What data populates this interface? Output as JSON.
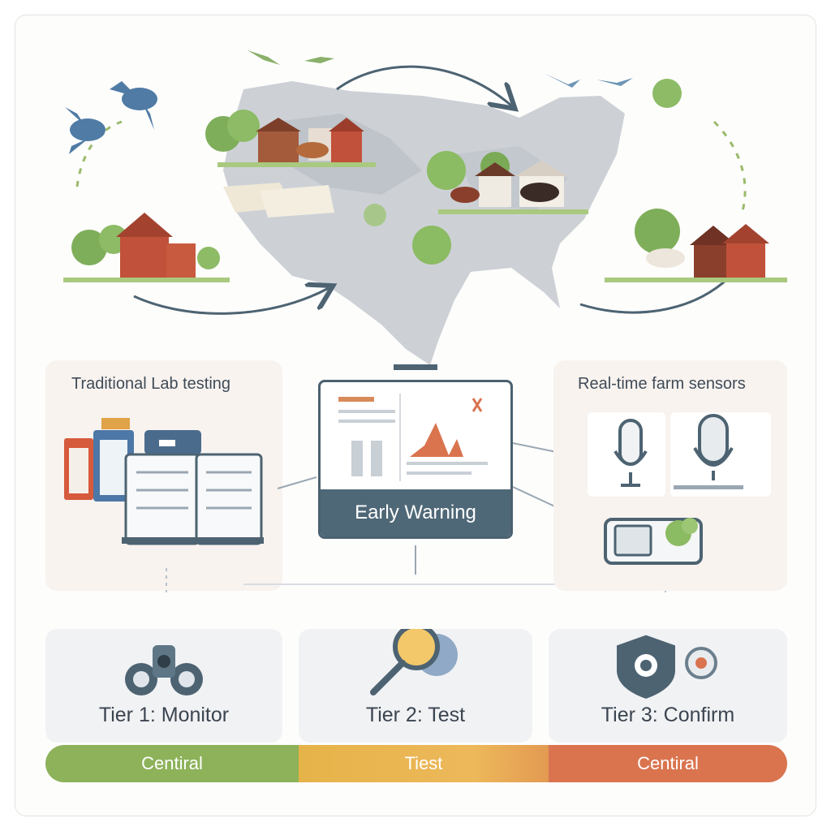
{
  "panels": {
    "left_title": "Traditional Lab testing",
    "center_title": "Early Warning",
    "right_title": "Real-time farm sensors"
  },
  "tiers": [
    {
      "label": "Tier 1: Monitor",
      "icon": "binoculars-icon"
    },
    {
      "label": "Tier 2: Test",
      "icon": "magnifier-virus-icon"
    },
    {
      "label": "Tier 3: Confirm",
      "icon": "shield-virus-icon"
    }
  ],
  "bands": [
    {
      "label": "Centiral",
      "color": "#8db25a"
    },
    {
      "label": "Tiest",
      "color": "#eab54e"
    },
    {
      "label": "Centiral",
      "color": "#d9744f"
    }
  ],
  "colors": {
    "map": "#c9cdd3",
    "arrow": "#4d6372",
    "barn": "#c1513a",
    "tree": "#7fae5a",
    "bird": "#4f7ba5"
  }
}
